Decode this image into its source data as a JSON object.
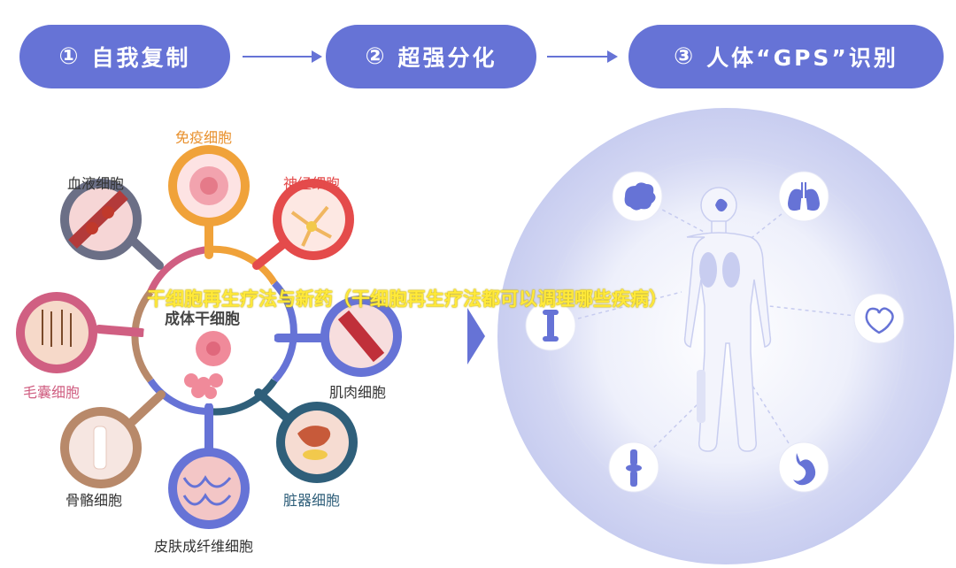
{
  "steps": [
    {
      "number": "①",
      "label": "自我复制"
    },
    {
      "number": "②",
      "label": "超强分化"
    },
    {
      "number": "③",
      "label": "人体“GPS”识别"
    }
  ],
  "center": {
    "label": "成体干细胞"
  },
  "cells": {
    "immune": "免疫细胞",
    "nerve": "神经细胞",
    "blood": "血液细胞",
    "hair": "毛囊细胞",
    "muscle": "肌肉细胞",
    "bone": "骨骼细胞",
    "skin": "皮肤成纤维细胞",
    "organ": "脏器细胞"
  },
  "overlay_title": "干细胞再生疗法与新药（干细胞再生疗法都可以调理哪些疾病）",
  "colors": {
    "step_bg": "#6673d6",
    "immune": "#f0a23a",
    "nerve": "#e44b4b",
    "blood": "#6b6f86",
    "hair": "#d05f82",
    "muscle": "#6673d6",
    "bone": "#b8896a",
    "skin": "#6673d6",
    "organ": "#2f5f7a"
  },
  "icons": [
    "brain-icon",
    "lungs-icon",
    "heart-icon",
    "stomach-icon",
    "knee-joint-icon",
    "bone-icon",
    "human-body-icon"
  ]
}
